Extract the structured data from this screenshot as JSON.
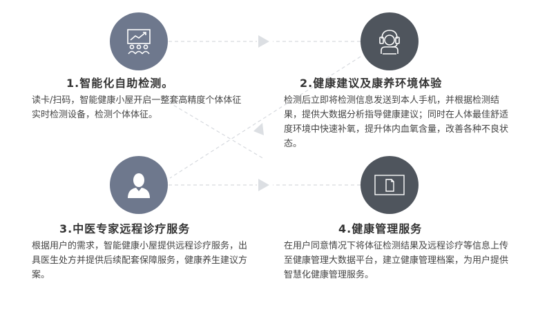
{
  "steps": [
    {
      "title": "1.智能化自助检测。",
      "desc": "读卡/扫码，智能健康小屋开启一整套高精度个体体征实时检测设备，检测个体体征。",
      "icon": "chart-people-icon",
      "color": "#6e788d"
    },
    {
      "title": "2.健康建议及康养环境体验",
      "desc": "检测后立即将检测信息发送到本人手机，并根据检测结果，提供大数据分析指导健康建议；同时在人体最佳舒适度环境中快速补氧，提升体内血氧含量，改善各种不良状态。",
      "icon": "headset-person-icon",
      "color": "#4f555d"
    },
    {
      "title": "3.中医专家远程诊疗服务",
      "desc": "根据用户的需求，智能健康小屋提供远程诊疗服务，出具医生处方并提供后续配套保障服务，健康养生建议方案。",
      "icon": "person-icon",
      "color": "#6e788d"
    },
    {
      "title": "4.健康管理服务",
      "desc": "在用户同意情况下将体征检测结果及远程诊疗等信息上传至健康管理大数据平台，建立健康管理档案，为用户提供智慧化健康管理服务。",
      "icon": "document-icon",
      "color": "#4f555d"
    }
  ]
}
